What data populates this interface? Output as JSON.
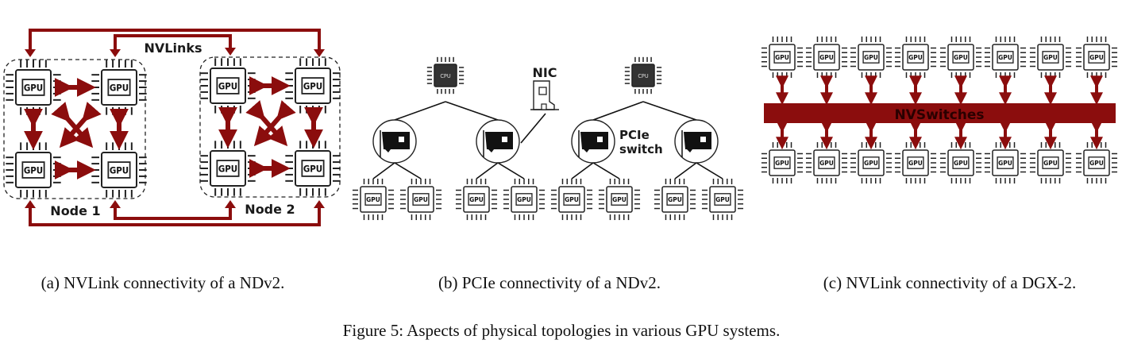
{
  "colors": {
    "link": "#8b0d0d",
    "chip": "#222222",
    "cpu_fill": "#333333"
  },
  "panel_a": {
    "nvlinks_label": "NVLinks",
    "node1_label": "Node 1",
    "node2_label": "Node 2",
    "chip_label": "GPU"
  },
  "panel_b": {
    "cpu_label": "CPU",
    "nic_label": "NIC",
    "pcie_label_1": "PCIe",
    "pcie_label_2": "switch",
    "chip_label": "GPU"
  },
  "panel_c": {
    "nvswitches_label": "NVSwitches",
    "chip_label": "GPU"
  },
  "captions": {
    "a": "(a) NVLink connectivity of a NDv2.",
    "b": "(b) PCIe connectivity of a NDv2.",
    "c": "(c) NVLink connectivity of a DGX-2.",
    "figure": "Figure 5: Aspects of physical topologies in various GPU systems."
  }
}
